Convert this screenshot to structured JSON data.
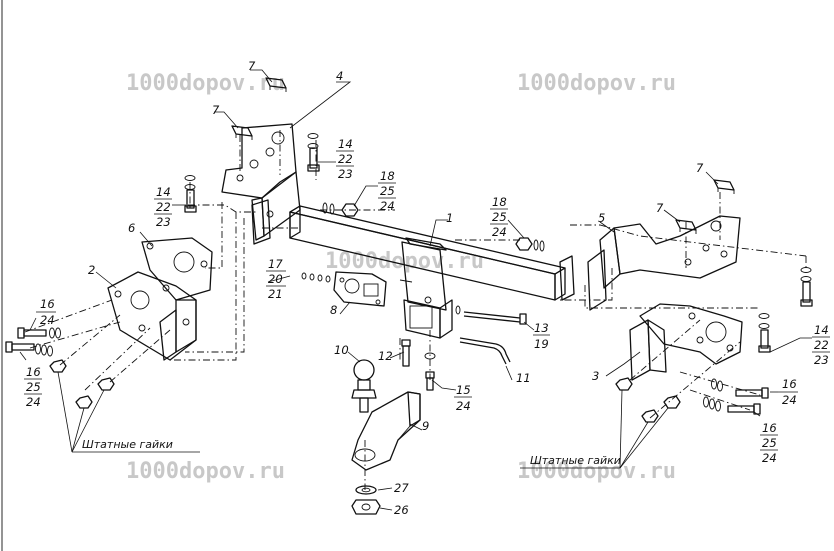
{
  "watermark": "1000dopov.ru",
  "note_left": "Штатные гайки",
  "note_right": "Штатные гайки",
  "callouts": {
    "p1": [
      "1"
    ],
    "p2": [
      "2"
    ],
    "p3": [
      "3"
    ],
    "p4": [
      "4"
    ],
    "p5": [
      "5"
    ],
    "p6": [
      "6"
    ],
    "p7a": [
      "7"
    ],
    "p7b": [
      "7"
    ],
    "p7c": [
      "7"
    ],
    "p7d": [
      "7"
    ],
    "p8": [
      "8"
    ],
    "p9": [
      "9"
    ],
    "p10": [
      "10"
    ],
    "p11": [
      "11"
    ],
    "p12": [
      "12"
    ],
    "p13": [
      "13",
      "19"
    ],
    "p14a": [
      "14",
      "22",
      "23"
    ],
    "p14b": [
      "14",
      "22",
      "23"
    ],
    "p14c": [
      "14",
      "22",
      "23"
    ],
    "p15": [
      "15",
      "24"
    ],
    "p16a": [
      "16",
      "24"
    ],
    "p16b": [
      "16",
      "25",
      "24"
    ],
    "p16c": [
      "16",
      "24"
    ],
    "p16d": [
      "16",
      "25",
      "24"
    ],
    "p17": [
      "17",
      "20",
      "21"
    ],
    "p18a": [
      "18",
      "25",
      "24"
    ],
    "p18b": [
      "18",
      "25",
      "24"
    ],
    "p26": [
      "26"
    ],
    "p27": [
      "27"
    ]
  }
}
